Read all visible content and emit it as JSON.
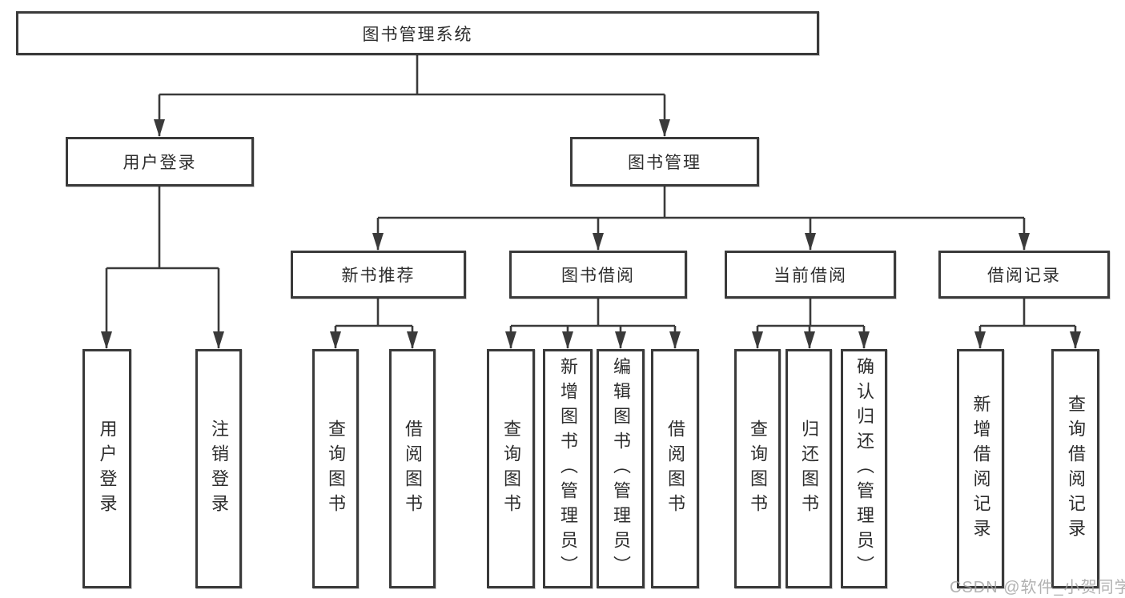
{
  "diagram": {
    "title_note": "functional decomposition tree",
    "root": "图书管理系统",
    "user_login": {
      "label": "用户登录",
      "children": [
        "用户登录",
        "注销登录"
      ]
    },
    "book_management": {
      "label": "图书管理",
      "sections": {
        "new_book": {
          "label": "新书推荐",
          "children": [
            "查询图书",
            "借阅图书"
          ]
        },
        "borrow": {
          "label": "图书借阅",
          "children": [
            "查询图书",
            "新增图书（管理员）",
            "编辑图书（管理员）",
            "借阅图书"
          ]
        },
        "current": {
          "label": "当前借阅",
          "children": [
            "查询图书",
            "归还图书",
            "确认归还（管理员）"
          ]
        },
        "records": {
          "label": "借阅记录",
          "children": [
            "新增借阅记录",
            "查询借阅记录"
          ]
        }
      }
    }
  },
  "watermark": "CSDN @软件_小贺同学",
  "colors": {
    "line": "#3a3a3a",
    "text": "#2d2d2d",
    "box_background": "#ffffff",
    "watermark": "#a5a5a5",
    "background": "#ffffff"
  }
}
